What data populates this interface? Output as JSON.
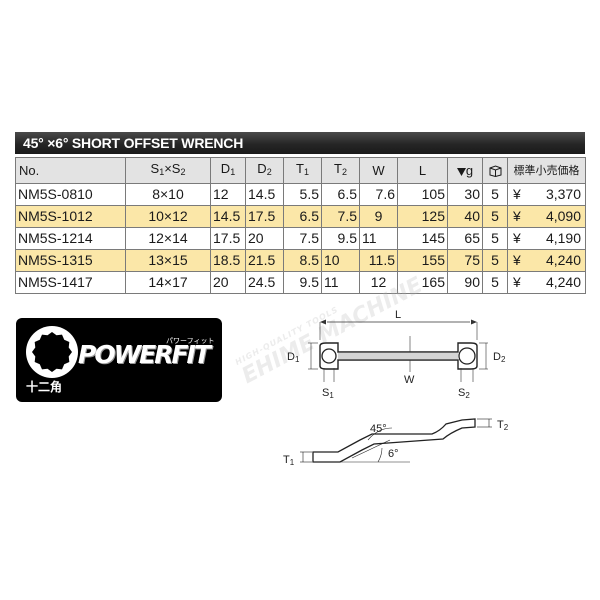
{
  "title": "45° ×6° SHORT OFFSET WRENCH",
  "headers": {
    "no": "No.",
    "s": "S",
    "s1": "1",
    "x": "×",
    "s2": "S",
    "s2sub": "2",
    "d1": "D",
    "d1sub": "1",
    "d2": "D",
    "d2sub": "2",
    "t1": "T",
    "t1sub": "1",
    "t2": "T",
    "t2sub": "2",
    "w": "W",
    "l": "L",
    "g": "g",
    "price": "標準小売価格"
  },
  "rows": [
    {
      "no": "NM5S-0810",
      "s": "8×10",
      "d1": "12",
      "d2": "14.5",
      "t1": "5.5",
      "t2": "6.5",
      "w": "7.6",
      "l": "105",
      "g": "30",
      "pkg": "5",
      "yen": "¥",
      "price": "3,370"
    },
    {
      "no": "NM5S-1012",
      "s": "10×12",
      "d1": "14.5",
      "d2": "17.5",
      "t1": "6.5",
      "t2": "7.5",
      "w": "9",
      "l": "125",
      "g": "40",
      "pkg": "5",
      "yen": "¥",
      "price": "4,090"
    },
    {
      "no": "NM5S-1214",
      "s": "12×14",
      "d1": "17.5",
      "d2": "20",
      "t1": "7.5",
      "t2": "9.5",
      "w": "11",
      "l": "145",
      "g": "65",
      "pkg": "5",
      "yen": "¥",
      "price": "4,190"
    },
    {
      "no": "NM5S-1315",
      "s": "13×15",
      "d1": "18.5",
      "d2": "21.5",
      "t1": "8.5",
      "t2": "10",
      "w": "11.5",
      "l": "155",
      "g": "75",
      "pkg": "5",
      "yen": "¥",
      "price": "4,240"
    },
    {
      "no": "NM5S-1417",
      "s": "14×17",
      "d1": "20",
      "d2": "24.5",
      "t1": "9.5",
      "t2": "11",
      "w": "12",
      "l": "165",
      "g": "90",
      "pkg": "5",
      "yen": "¥",
      "price": "4,240"
    }
  ],
  "badge": {
    "brand": "POWERFIT",
    "brand_kana": "パワーフィット",
    "label": "十二角"
  },
  "diagram": {
    "L": "L",
    "D1": "D",
    "D1sub": "1",
    "D2": "D",
    "D2sub": "2",
    "W": "W",
    "S1": "S",
    "S1sub": "1",
    "S2": "S",
    "S2sub": "2",
    "T1": "T",
    "T1sub": "1",
    "T2": "T",
    "T2sub": "2",
    "angle45": "45°",
    "angle6": "6°"
  },
  "watermark": {
    "line1": "HIGH-QUALITY TOOLS",
    "line2": "EHIME MACHINE"
  },
  "colors": {
    "header_bg": "#e3e3e3",
    "alt_row": "#fbe7a8",
    "title_bg": "#262626"
  }
}
